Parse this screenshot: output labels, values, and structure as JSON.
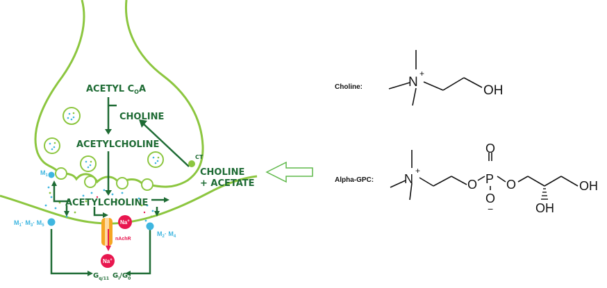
{
  "synapse": {
    "acetyl_coa": "ACETYL C",
    "acetyl_coa_sub": "O",
    "acetyl_coa_end": "A",
    "choline": "CHOLINE",
    "acetylcholine_top": "ACETYLCHOLINE",
    "acetylcholine_cleft": "ACETYLCHOLINE",
    "ct": "CT",
    "choline_acetate_line1": "CHOLINE",
    "choline_acetate_line2": "+ ACETATE",
    "m1": "M",
    "m1_sub": "1",
    "m1m3m5": "M",
    "m1m3m5_sub1": "1",
    "m1m3m5_mid1": "· M",
    "m1m3m5_sub2": "3",
    "m1m3m5_mid2": "· M",
    "m1m3m5_sub3": "5",
    "m2m4": "M",
    "m2m4_sub1": "2",
    "m2m4_mid": "· M",
    "m2m4_sub2": "4",
    "na_top": "Na",
    "na_top_sup": "+",
    "na_bottom": "Na",
    "na_bottom_sup": "+",
    "nachr": "nAchR",
    "gq": "G",
    "gq_sub": "q/11",
    "gi": "G",
    "gi_sub1": "i",
    "gi_slash": "/G",
    "gi_sub2": "0"
  },
  "molecules": {
    "choline_label": "Choline:",
    "alpha_gpc_label": "Alpha-GPC:",
    "choline_n": "N",
    "choline_plus": "+",
    "choline_oh": "OH",
    "gpc_n": "N",
    "gpc_plus": "+",
    "gpc_o1": "O",
    "gpc_p": "P",
    "gpc_o_double": "O",
    "gpc_o_minus": "O",
    "gpc_minus": "−",
    "gpc_o2": "O",
    "gpc_oh1": "OH",
    "gpc_oh2": "OH"
  },
  "colors": {
    "membrane": "#8cc63f",
    "pathway_text": "#1e6b34",
    "receptor_label": "#3fb6e0",
    "sodium": "#e8174f",
    "nachr_channel": "#f5a623",
    "arrow_outline": "#5fb84a"
  }
}
